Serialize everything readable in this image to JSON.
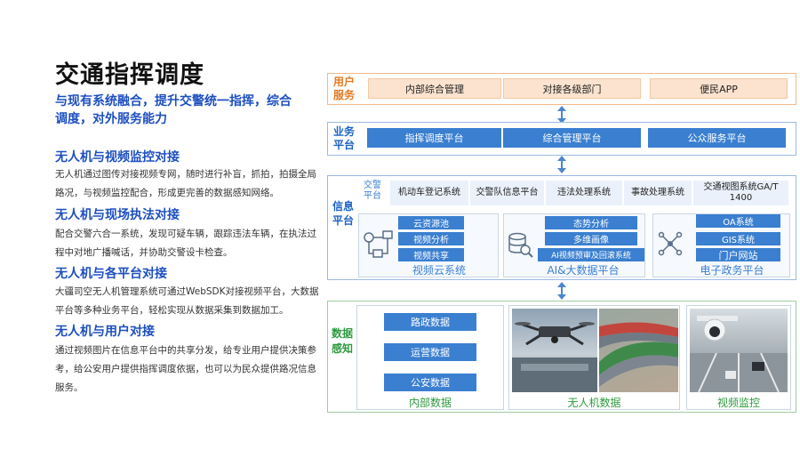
{
  "left": {
    "title": "交通指挥调度",
    "subtitle": "与现有系统融合，提升交警统一指挥，综合调度，对外服务能力",
    "sections": [
      {
        "heading": "无人机与视频监控对接",
        "body": "无人机通过图传对接视频专网，随时进行补盲，抓拍，拍摄全局路况，与视频监控配合，形成更完善的数据感知网络。"
      },
      {
        "heading": "无人机与现场执法对接",
        "body": "配合交警六合一系统，发现可疑车辆，跟踪违法车辆，在执法过程中对地广播喊话，并协助交警设卡检查。"
      },
      {
        "heading": "无人机与各平台对接",
        "body": "大疆司空无人机管理系统可通过WebSDK对接视频平台，大数据平台等多种业务平台，轻松实现从数据采集到数据加工。"
      },
      {
        "heading": "无人机与用户对接",
        "body": "通过视频图片在信息平台中的共享分发，给专业用户提供决策参考，给公安用户提供指挥调度依据，也可以为民众提供路况信息服务。"
      }
    ]
  },
  "diagram": {
    "user_layer": {
      "label": "用户服务",
      "items": [
        "内部综合管理",
        "对接各级部门",
        "便民APP"
      ]
    },
    "business_layer": {
      "label": "业务平台",
      "items": [
        "指挥调度平台",
        "综合管理平台",
        "公众服务平台"
      ]
    },
    "info_layer": {
      "label": "信息平台",
      "police_label": "交警平台",
      "police_items": [
        "机动车登记系统",
        "交警队信息平台",
        "违法处理系统",
        "事故处理系统",
        "交通视图系统GA/T 1400"
      ],
      "video_cloud": {
        "items": [
          "云资源池",
          "视频分析",
          "视频共享"
        ],
        "caption": "视频云系统"
      },
      "ai_bigdata": {
        "items": [
          "态势分析",
          "多维画像",
          "AI视频预审及回滚系统"
        ],
        "caption": "AI&大数据平台"
      },
      "egov": {
        "items": [
          "OA系统",
          "GIS系统",
          "门户网站"
        ],
        "caption": "电子政务平台"
      }
    },
    "data_layer": {
      "label": "数据感知",
      "internal": {
        "items": [
          "路政数据",
          "运营数据",
          "公安数据"
        ],
        "caption": "内部数据"
      },
      "drone_caption": "无人机数据",
      "camera_caption": "视频监控"
    },
    "colors": {
      "blue": "#3a7fd0",
      "orange_fill": "#fbe3cf",
      "green": "#2e9a3e",
      "heading_blue": "#1d4fbf"
    }
  }
}
